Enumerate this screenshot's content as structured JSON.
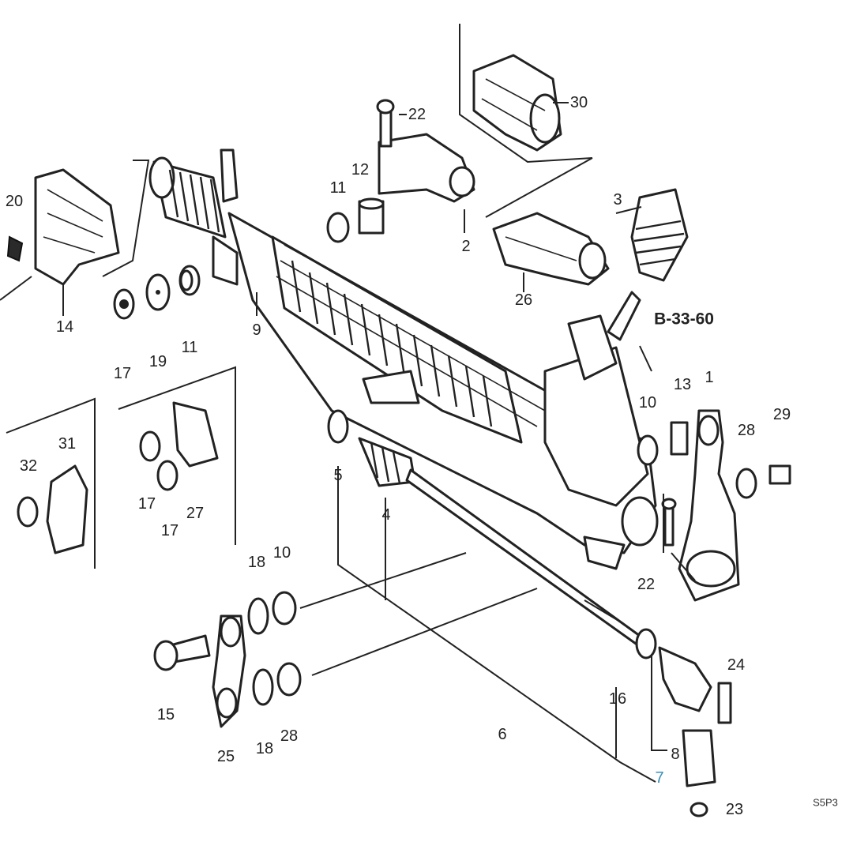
{
  "diagram": {
    "reference": "B-33-60",
    "code": "S5P3",
    "callouts": [
      {
        "id": "c1",
        "text": "1"
      },
      {
        "id": "c2",
        "text": "2"
      },
      {
        "id": "c3",
        "text": "3"
      },
      {
        "id": "c4",
        "text": "4"
      },
      {
        "id": "c5",
        "text": "5"
      },
      {
        "id": "c6",
        "text": "6"
      },
      {
        "id": "c7",
        "text": "7"
      },
      {
        "id": "c8",
        "text": "8"
      },
      {
        "id": "c9",
        "text": "9"
      },
      {
        "id": "c10a",
        "text": "10"
      },
      {
        "id": "c10b",
        "text": "10"
      },
      {
        "id": "c11a",
        "text": "11"
      },
      {
        "id": "c11b",
        "text": "11"
      },
      {
        "id": "c12",
        "text": "12"
      },
      {
        "id": "c13",
        "text": "13"
      },
      {
        "id": "c14",
        "text": "14"
      },
      {
        "id": "c15",
        "text": "15"
      },
      {
        "id": "c16",
        "text": "16"
      },
      {
        "id": "c17a",
        "text": "17"
      },
      {
        "id": "c17b",
        "text": "17"
      },
      {
        "id": "c17c",
        "text": "17"
      },
      {
        "id": "c18a",
        "text": "18"
      },
      {
        "id": "c18b",
        "text": "18"
      },
      {
        "id": "c19",
        "text": "19"
      },
      {
        "id": "c20",
        "text": "20"
      },
      {
        "id": "c22a",
        "text": "22"
      },
      {
        "id": "c22b",
        "text": "22"
      },
      {
        "id": "c23",
        "text": "23"
      },
      {
        "id": "c24",
        "text": "24"
      },
      {
        "id": "c25",
        "text": "25"
      },
      {
        "id": "c26",
        "text": "26"
      },
      {
        "id": "c27",
        "text": "27"
      },
      {
        "id": "c28a",
        "text": "28"
      },
      {
        "id": "c28b",
        "text": "28"
      },
      {
        "id": "c29",
        "text": "29"
      },
      {
        "id": "c30",
        "text": "30"
      },
      {
        "id": "c31",
        "text": "31"
      },
      {
        "id": "c32",
        "text": "32"
      }
    ]
  }
}
